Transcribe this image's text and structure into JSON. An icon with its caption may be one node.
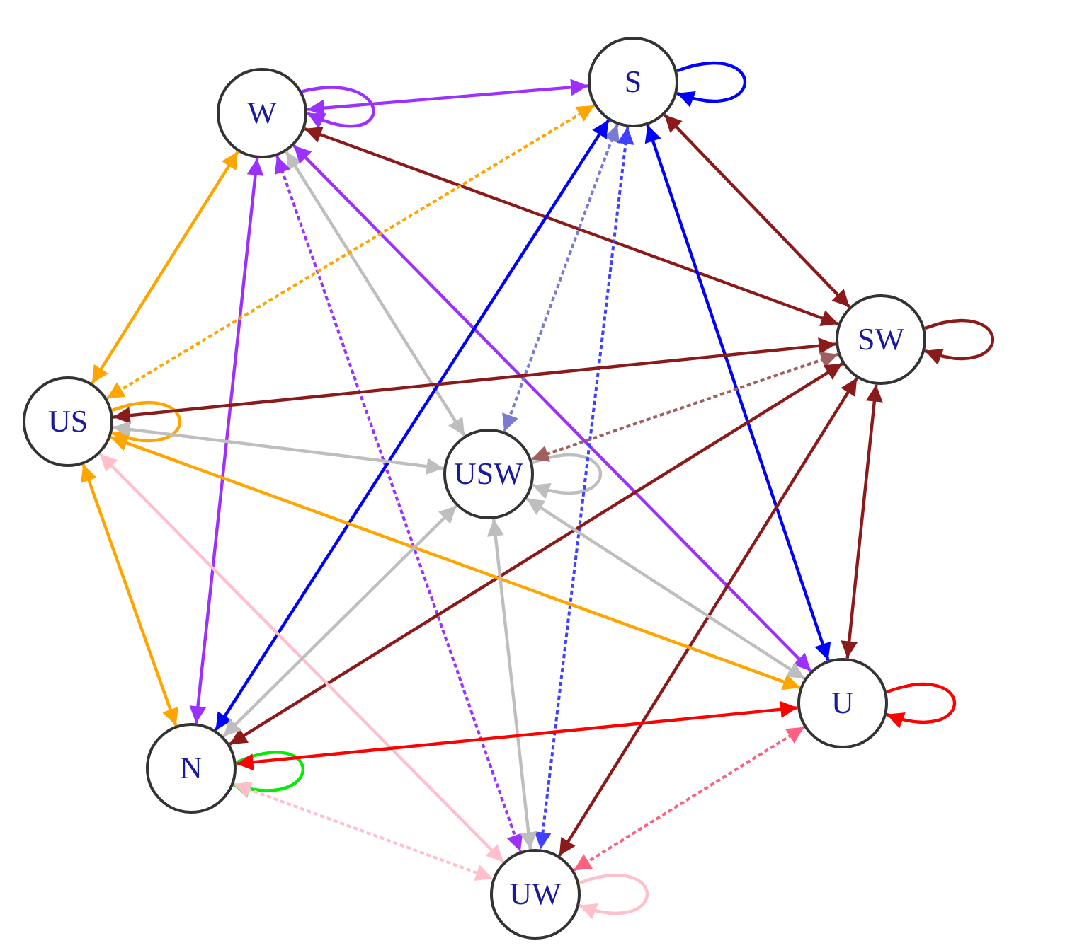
{
  "diagram": {
    "nodes": [
      {
        "text": [
          "W"
        ]
      },
      {
        "text": [
          "S"
        ]
      },
      {
        "text": [
          "SW"
        ]
      },
      {
        "text": [
          "US"
        ]
      },
      {
        "text": [
          "USW"
        ]
      },
      {
        "text": [
          "U"
        ]
      },
      {
        "text": [
          "N"
        ]
      },
      {
        "text": [
          "UW"
        ]
      }
    ],
    "edges": [
      {
        "from": 0,
        "to": 1,
        "arrow": "both",
        "color": "#9b30ff"
      },
      {
        "from": 0,
        "to": 2,
        "arrow": "both",
        "color": "#8b1a1a"
      },
      {
        "from": 0,
        "to": 3,
        "arrow": "both",
        "color": "#ffa500"
      },
      {
        "from": 0,
        "to": 4,
        "arrow": "both",
        "color": "#bebebe"
      },
      {
        "from": 0,
        "to": 5,
        "arrow": "both",
        "color": "#9b30ff"
      },
      {
        "from": 0,
        "to": 6,
        "arrow": "both",
        "color": "#9b30ff"
      },
      {
        "from": 0,
        "to": 7,
        "arrow": "both",
        "style": "dashed",
        "color": "#9b30ff"
      },
      {
        "from": 1,
        "to": 2,
        "arrow": "both",
        "color": "#8b1a1a"
      },
      {
        "from": 1,
        "to": 3,
        "arrow": "both",
        "style": "dashed",
        "color": "#ffa500"
      },
      {
        "from": 1,
        "to": 4,
        "arrow": "both",
        "style": "dashed",
        "color": "#7a7ad0"
      },
      {
        "from": 1,
        "to": 5,
        "arrow": "both",
        "color": "#0000ff"
      },
      {
        "from": 1,
        "to": 6,
        "arrow": "both",
        "color": "#0000ff"
      },
      {
        "from": 1,
        "to": 7,
        "arrow": "both",
        "style": "dashed",
        "color": "#4040ff"
      },
      {
        "from": 2,
        "to": 3,
        "arrow": "both",
        "color": "#8b1a1a"
      },
      {
        "from": 2,
        "to": 4,
        "arrow": "both",
        "style": "dashed",
        "color": "#a06060"
      },
      {
        "from": 2,
        "to": 5,
        "arrow": "both",
        "color": "#8b1a1a"
      },
      {
        "from": 2,
        "to": 6,
        "arrow": "both",
        "color": "#8b1a1a"
      },
      {
        "from": 2,
        "to": 7,
        "arrow": "both",
        "color": "#8b1a1a"
      },
      {
        "from": 3,
        "to": 4,
        "arrow": "both",
        "color": "#bebebe"
      },
      {
        "from": 3,
        "to": 5,
        "arrow": "both",
        "color": "#ffa500"
      },
      {
        "from": 3,
        "to": 6,
        "arrow": "both",
        "color": "#ffa500"
      },
      {
        "from": 3,
        "to": 7,
        "arrow": "both",
        "color": "#ffc0cb"
      },
      {
        "from": 4,
        "to": 5,
        "arrow": "both",
        "color": "#bebebe"
      },
      {
        "from": 4,
        "to": 6,
        "arrow": "both",
        "color": "#bebebe"
      },
      {
        "from": 4,
        "to": 7,
        "arrow": "both",
        "color": "#bebebe"
      },
      {
        "from": 5,
        "to": 6,
        "arrow": "both",
        "color": "#ff0000"
      },
      {
        "from": 5,
        "to": 7,
        "arrow": "both",
        "style": "dashed",
        "color": "#ff6080"
      },
      {
        "from": 6,
        "to": 7,
        "arrow": "both",
        "style": "dashed",
        "color": "#ffc0cb"
      },
      {
        "from": 0,
        "to": 0,
        "arrow": "to",
        "color": "#9b30ff"
      },
      {
        "from": 1,
        "to": 1,
        "arrow": "to",
        "color": "#0000ff"
      },
      {
        "from": 2,
        "to": 2,
        "arrow": "to",
        "color": "#8b1a1a"
      },
      {
        "from": 3,
        "to": 3,
        "arrow": "to",
        "color": "#ffa500"
      },
      {
        "from": 4,
        "to": 4,
        "arrow": "to",
        "color": "#bebebe"
      },
      {
        "from": 5,
        "to": 5,
        "arrow": "to",
        "color": "#ff0000"
      },
      {
        "from": 6,
        "to": 6,
        "arrow": "to",
        "color": "#00ee00"
      },
      {
        "from": 7,
        "to": 7,
        "arrow": "to",
        "color": "#ffc0cb"
      }
    ]
  }
}
